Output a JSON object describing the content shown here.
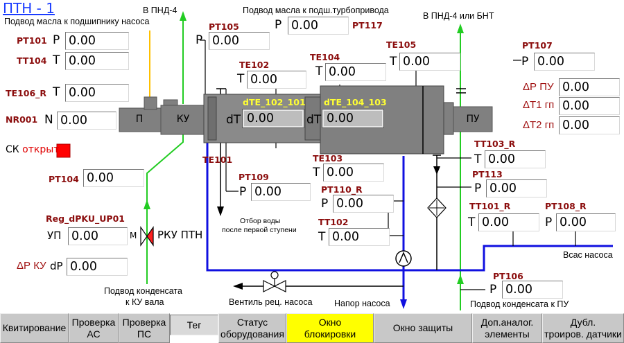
{
  "title": "ПТН - 1",
  "colors": {
    "pipe_green": "#22cc22",
    "pipe_blue": "#1010e0",
    "pipe_yellow": "#ffc000",
    "tag_red": "#8b0d0d",
    "machine_gray": "#808080",
    "active_button": "#ffff00",
    "status_red": "#ff0000"
  },
  "notes": {
    "oil_to_pump_bearing": "Подвод масла к подшипнику насоса",
    "to_pnd4": "В ПНД-4",
    "oil_to_turbodrive": "Подвод масла к подш.турбопривода",
    "to_pnd4_or_bnt": "В ПНД-4 или БНТ",
    "water_extraction_line1": "Отбор воды",
    "water_extraction_line2": "после первой ступени",
    "condensate_to_ku_line1": "Подвод конденсата",
    "condensate_to_ku_line2": "к КУ вала",
    "recirc_valve": "Вентиль рец. насоса",
    "pump_discharge": "Напор насоса",
    "condensate_to_pu": "Подвод конденсата к ПУ",
    "pump_suction": "Всас насоса"
  },
  "equipment": {
    "p": "П",
    "ku": "КУ",
    "pu": "ПУ",
    "rku": "РКУ ПТН",
    "m": "М"
  },
  "sk": {
    "label": "СК",
    "state": "открыт",
    "indicator": "red-square"
  },
  "params": {
    "pt101": {
      "tag": "PT101",
      "prefix": "P",
      "value": "0.00"
    },
    "tt104": {
      "tag": "TT104",
      "prefix": "T",
      "value": "0.00"
    },
    "te106r": {
      "tag": "TE106_R",
      "prefix": "T",
      "value": "0.00"
    },
    "nr001": {
      "tag": "NR001",
      "prefix": "N",
      "value": "0.00"
    },
    "pt104": {
      "tag": "PT104",
      "value": "0.00"
    },
    "reg": {
      "tag": "Reg_dPKU_UP01",
      "prefix": "УП",
      "value": "0.00"
    },
    "dpku": {
      "label": "ΔР КУ",
      "prefix": "dP",
      "value": "0.00"
    },
    "pt105": {
      "tag": "PT105",
      "prefix": "P",
      "value": "0.00"
    },
    "pt117": {
      "tag": "PT117",
      "prefix": "P",
      "value": "0.00"
    },
    "te102": {
      "tag": "TE102",
      "prefix": "T",
      "value": "0.00"
    },
    "te104": {
      "tag": "TE104",
      "prefix": "T",
      "value": "0.00"
    },
    "te105": {
      "tag": "TE105",
      "prefix": "T",
      "value": "0.00"
    },
    "pt107": {
      "tag": "PT107",
      "prefix": "P",
      "value": "0.00"
    },
    "dte102": {
      "tag": "dTE_102_101",
      "prefix": "dT",
      "value": "0.00"
    },
    "dte104": {
      "tag": "dTE_104_103",
      "prefix": "dT",
      "value": "0.00"
    },
    "dppu": {
      "label": "ΔР ПУ",
      "value": "0.00"
    },
    "dt1": {
      "label": "ΔТ1 гп",
      "value": "0.00"
    },
    "dt2": {
      "label": "ΔТ2 гп",
      "value": "0.00"
    },
    "te101": {
      "tag": "TE101"
    },
    "te103": {
      "tag": "TE103",
      "prefix": "T",
      "value": "0.00"
    },
    "pt109": {
      "tag": "PT109",
      "prefix": "P",
      "value": "0.00"
    },
    "pt110r": {
      "tag": "PT110_R",
      "prefix": "P",
      "value": "0.00"
    },
    "tt102": {
      "tag": "TT102",
      "prefix": "T",
      "value": "0.00"
    },
    "tt103r": {
      "tag": "TT103_R",
      "prefix": "T",
      "value": "0.00"
    },
    "pt113": {
      "tag": "PT113",
      "prefix": "P",
      "value": "0.00"
    },
    "tt101r": {
      "tag": "TT101_R",
      "prefix": "T",
      "value": "0.00"
    },
    "pt108r": {
      "tag": "PT108_R",
      "prefix": "P",
      "value": "0.00"
    },
    "pt106": {
      "tag": "PT106",
      "prefix": "P",
      "value": "0.00"
    }
  },
  "toolbar": [
    {
      "label": "Квитирование",
      "state": "normal"
    },
    {
      "label": "Проверка\nАС",
      "state": "normal"
    },
    {
      "label": "Проверка\nПС",
      "state": "normal"
    },
    {
      "label": "Тег",
      "state": "pressed"
    },
    {
      "label": "Статус\nоборудования",
      "state": "normal"
    },
    {
      "label": "Окно\nблокировки",
      "state": "active"
    },
    {
      "label": "Окно защиты",
      "state": "normal"
    },
    {
      "label": "Доп.аналог.\nэлементы",
      "state": "normal"
    },
    {
      "label": "Дубл.\nтроиров. датчики",
      "state": "normal"
    }
  ]
}
